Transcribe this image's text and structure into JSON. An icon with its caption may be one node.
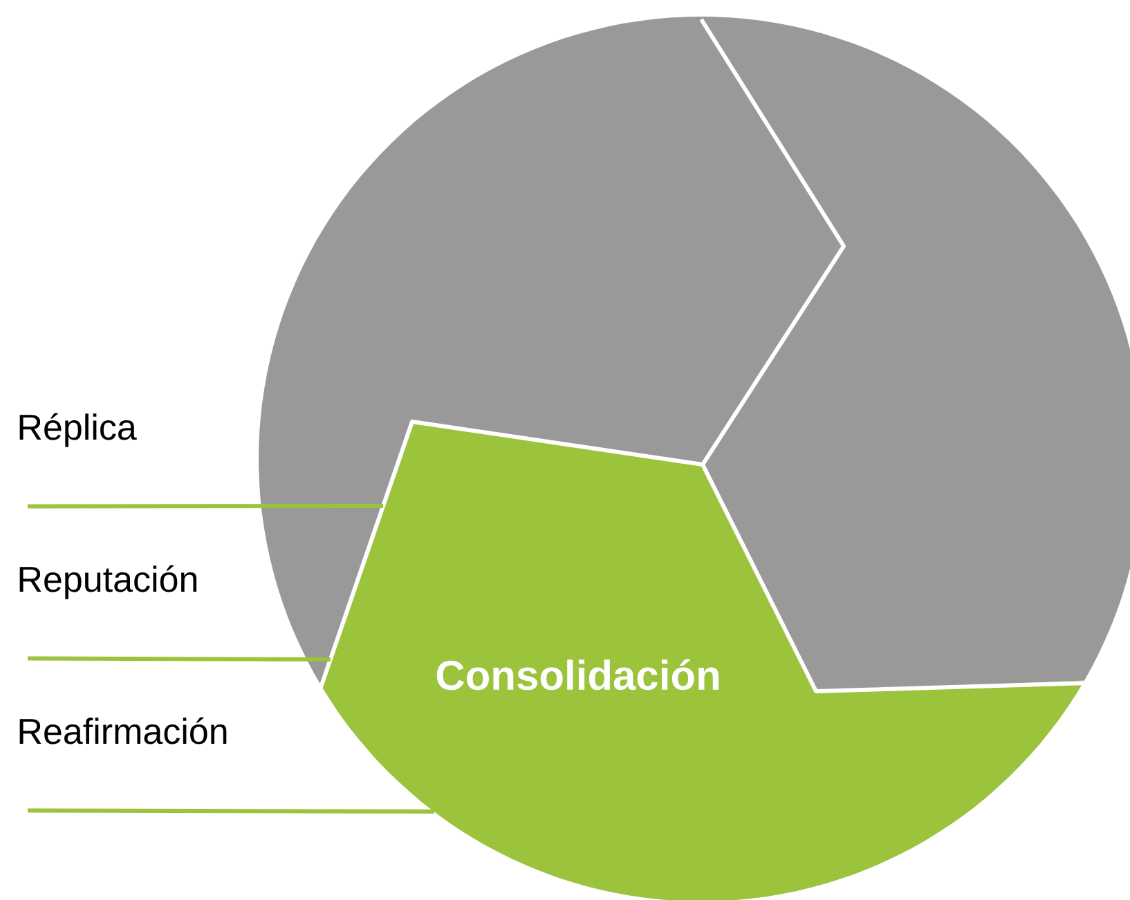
{
  "diagram": {
    "nodes": [
      {
        "text": [],
        "shape": "sector"
      },
      {
        "text": [],
        "shape": "sector"
      },
      {
        "text": [
          "Consolidación"
        ]
      },
      {
        "text": [
          "Réplica"
        ]
      },
      {
        "text": [
          "Reputación"
        ]
      },
      {
        "text": [
          "Reafirmación"
        ]
      }
    ],
    "edges": [
      {
        "from": 3,
        "to": 2,
        "arrow": "none"
      },
      {
        "from": 4,
        "to": 2,
        "arrow": "none"
      },
      {
        "from": 5,
        "to": 2,
        "arrow": "none"
      }
    ]
  }
}
